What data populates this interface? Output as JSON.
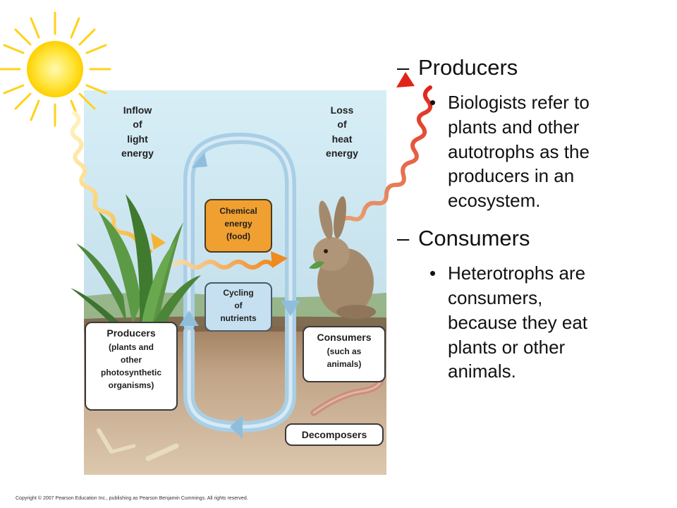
{
  "diagram": {
    "labels": {
      "inflow": [
        "Inflow",
        "of",
        "light",
        "energy"
      ],
      "loss": [
        "Loss",
        "of",
        "heat",
        "energy"
      ],
      "chemical": [
        "Chemical",
        "energy",
        "(food)"
      ],
      "cycling": [
        "Cycling",
        "of",
        "nutrients"
      ],
      "producers": {
        "title": "Producers",
        "lines": [
          "(plants and",
          "other",
          "photosynthetic",
          "organisms)"
        ]
      },
      "consumers": {
        "title": "Consumers",
        "lines": [
          "(such as",
          "animals)"
        ]
      },
      "decomposers": "Decomposers"
    },
    "colors": {
      "sky": "#cfe8f2",
      "grass": "#9cb88a",
      "soil": "#b89b7a",
      "deep_soil": "#d9c2a7",
      "cycle_arrow": "#a9cfe6",
      "chemical_box": "#f0a030",
      "cycling_box": "#c7e0f1",
      "heat": "#e0392a",
      "light": "#f5d070",
      "sun": "#ffe24a"
    }
  },
  "bullets": [
    {
      "dash": "–",
      "heading": "Producers",
      "dot": "•",
      "text": [
        "Biologists refer to",
        "plants and other",
        "autotrophs as the",
        "producers in an",
        "ecosystem."
      ]
    },
    {
      "dash": "–",
      "heading": "Consumers",
      "dot": "•",
      "text": [
        "Heterotrophs are",
        "consumers,",
        "because they eat",
        "plants or other",
        "animals."
      ]
    }
  ],
  "copyright": "Copyright © 2007 Pearson Education Inc., publishing as Pearson Benjamin Cummings. All rights reserved."
}
